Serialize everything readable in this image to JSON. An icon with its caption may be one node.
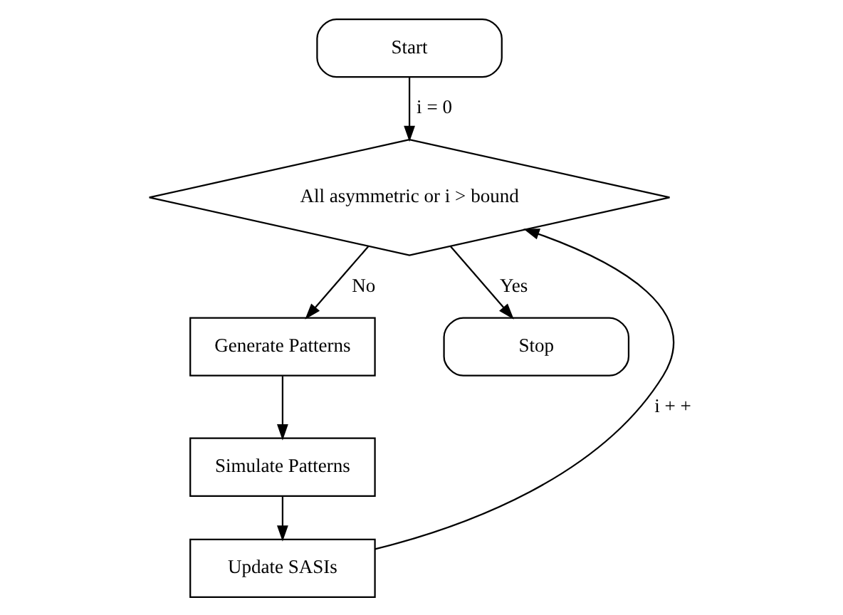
{
  "diagram": {
    "nodes": [
      {
        "text": [
          "Start"
        ]
      },
      {
        "text": [
          "All asymmetric or i > bound"
        ]
      },
      {
        "text": [
          "Generate Patterns"
        ]
      },
      {
        "text": [
          "Simulate Patterns"
        ]
      },
      {
        "text": [
          "Update SASIs"
        ]
      },
      {
        "text": [
          "Stop"
        ]
      }
    ],
    "edges": [
      {
        "from": 0,
        "to": 1,
        "arrow": "to",
        "label": "i = 0"
      },
      {
        "from": 1,
        "to": 2,
        "arrow": "to",
        "label": "No"
      },
      {
        "from": 2,
        "to": 3,
        "arrow": "to"
      },
      {
        "from": 3,
        "to": 4,
        "arrow": "to"
      },
      {
        "from": 4,
        "to": 1,
        "arrow": "to",
        "label": "i + +"
      },
      {
        "from": 1,
        "to": 5,
        "arrow": "to",
        "label": "Yes"
      }
    ]
  }
}
